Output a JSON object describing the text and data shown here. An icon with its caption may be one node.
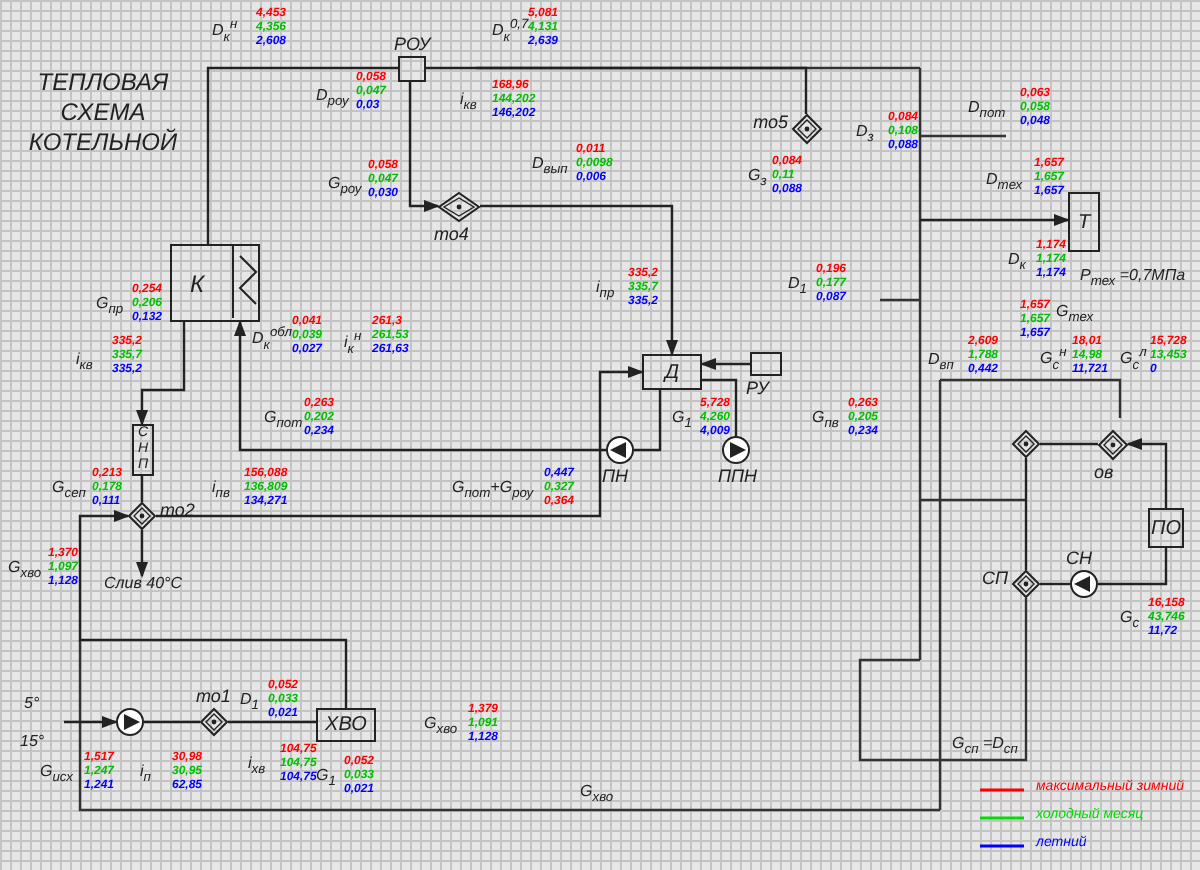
{
  "diagram": {
    "title": "ТЕПЛОВАЯ СХЕМА КОТЕЛЬНОЙ",
    "nodes": [
      {
        "text": [
          "К"
        ]
      },
      {
        "text": [
          "РОУ"
        ]
      },
      {
        "text": [
          "то4"
        ]
      },
      {
        "text": [
          "то5"
        ]
      },
      {
        "text": [
          "Д"
        ]
      },
      {
        "text": [
          "РУ"
        ]
      },
      {
        "text": [
          "ПН"
        ]
      },
      {
        "text": [
          "ППН"
        ]
      },
      {
        "text": [
          "Т"
        ]
      },
      {
        "text": [
          "ов"
        ]
      },
      {
        "text": [
          "ПО"
        ]
      },
      {
        "text": [
          "СП"
        ]
      },
      {
        "text": [
          "СН"
        ]
      },
      {
        "text": [
          "СНП"
        ]
      },
      {
        "text": [
          "то2"
        ]
      },
      {
        "text": [
          "ХВО"
        ]
      },
      {
        "text": [
          "то1"
        ]
      },
      {
        "text": [],
        "shape": "circle"
      },
      {
        "text": [],
        "shape": "diamond"
      },
      {
        "text": [
          "Слив 40°С"
        ]
      }
    ],
    "edges": [
      {
        "from": 0,
        "to": 1,
        "arrow": "none"
      },
      {
        "from": 1,
        "to": 2,
        "arrow": "to"
      },
      {
        "from": 1,
        "to": 3,
        "arrow": "none"
      },
      {
        "from": 2,
        "to": 4,
        "arrow": "to"
      },
      {
        "from": 4,
        "to": 6,
        "arrow": "none"
      },
      {
        "from": 6,
        "to": 0,
        "arrow": "to"
      },
      {
        "from": 7,
        "to": 4,
        "arrow": "none"
      },
      {
        "from": 5,
        "to": 4,
        "arrow": "to"
      },
      {
        "from": null,
        "to": 8,
        "arrow": "to"
      },
      {
        "from": 18,
        "to": 11,
        "arrow": "none"
      },
      {
        "from": 11,
        "to": 12,
        "arrow": "none"
      },
      {
        "from": 12,
        "to": 10,
        "arrow": "none"
      },
      {
        "from": 10,
        "to": 9,
        "arrow": "to"
      },
      {
        "from": 9,
        "to": 18,
        "arrow": "none"
      },
      {
        "from": 0,
        "to": 13,
        "arrow": "to"
      },
      {
        "from": 13,
        "to": 14,
        "arrow": "none"
      },
      {
        "from": 14,
        "to": 19,
        "arrow": "to"
      },
      {
        "from": null,
        "to": 17,
        "arrow": "to"
      },
      {
        "from": 17,
        "to": 16,
        "arrow": "none"
      },
      {
        "from": 16,
        "to": 15,
        "arrow": "none"
      },
      {
        "from": 15,
        "to": 14,
        "arrow": "to"
      },
      {
        "from": 14,
        "to": 4,
        "arrow": "to"
      }
    ],
    "labels": [
      "D$_{к}$$^{н}$",
      "4,453",
      "4,356",
      "2,608",
      "D$_{к}$$^{0,7}$",
      "5,081",
      "4,131",
      "2,639",
      "D$_{роу}$",
      "0,058",
      "0,047",
      "0,03",
      "i$_{кв}$",
      "168,96",
      "144,202",
      "146,202",
      "G$_{роу}$",
      "0,058",
      "0,047",
      "0,030",
      "D$_{вып}$",
      "0,011",
      "0,0098",
      "0,006",
      "G$_{з}$",
      "0,084",
      "0,11",
      "0,088",
      "D$_{з}$",
      "0,084",
      "0,108",
      "0,088",
      "D$_{пот}$",
      "0,063",
      "0,058",
      "0,048",
      "D$_{тех}$",
      "1,657",
      "1,657",
      "1,657",
      "G$_{пр}$",
      "0,254",
      "0,206",
      "0,132",
      "D$_{к}$$^{обл}$",
      "0,041",
      "0,039",
      "0,027",
      "i$_{к}$$^{н}$",
      "261,3",
      "261,53",
      "261,63",
      "i$_{кв}$",
      "335,2",
      "335,7",
      "335,2",
      "i$_{пр}$",
      "335,2",
      "335,7",
      "335,2",
      "D$_{1}$",
      "0,196",
      "0,177",
      "0,087",
      "D$_{к}$",
      "1,174",
      "1,174",
      "1,174",
      "G$_{тех}$",
      "1,657",
      "1,657",
      "1,657",
      "G$_{с}$$^{н}$",
      "18,01",
      "14,98",
      "11,721",
      "G$_{с}$$^{л}$",
      "15,728",
      "13,453",
      "0",
      "D$_{вп}$",
      "2,609",
      "1,788",
      "0,442",
      "G$_{пот}$",
      "0,263",
      "0,202",
      "0,234",
      "G$_{1}$",
      "5,728",
      "4,260",
      "4,009",
      "G$_{пв}$",
      "0,263",
      "0,205",
      "0,234",
      "G$_{пот}$+G$_{роу}$",
      "0,447",
      "0,327",
      "0,364",
      "G$_{сеп}$",
      "0,213",
      "0,178",
      "0,111",
      "i$_{пв}$",
      "156,088",
      "136,809",
      "134,271",
      "G$_{хво}$",
      "1,370",
      "1,097",
      "1,128",
      "D$_{1}$",
      "0,052",
      "0,033",
      "0,021",
      "G$_{хво}$",
      "1,379",
      "1,091",
      "1,128",
      "G$_{исх}$",
      "1,517",
      "1,247",
      "1,241",
      "i$_{п}$",
      "30,98",
      "30,95",
      "62,85",
      "i$_{хв}$",
      "104,75",
      "104,75",
      "104,75",
      "G$_{1}$",
      "0,052",
      "0,033",
      "0,021",
      "G$_{с}$",
      "16,158",
      "43,746",
      "11,72",
      "P$_{тех}$ =0,7МПа",
      "5°",
      "15°",
      "G$_{хво}$",
      "G$_{сп}$ =D$_{сп}$"
    ],
    "legend": [
      {
        "text": "максимальный зимний",
        "color": "#ff0000"
      },
      {
        "text": "холодный месяц",
        "color": "#00dd00"
      },
      {
        "text": "летний",
        "color": "#0000ff"
      }
    ]
  }
}
